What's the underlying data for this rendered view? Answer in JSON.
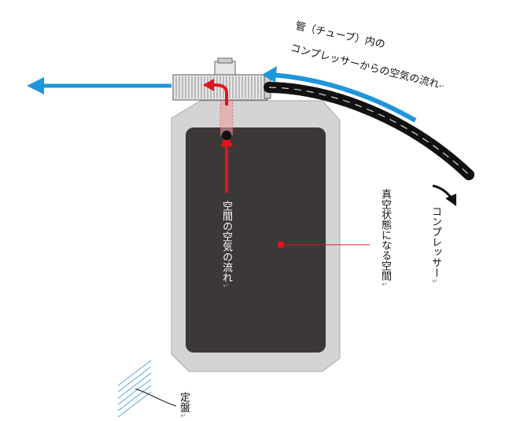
{
  "labels": {
    "tube_flow_line1": "管（チューブ）内の",
    "tube_flow_line2": "コンプレッサーからの空気の流れ",
    "compressor": "コンプレッサー",
    "vacuum_space": "真空状態になる空間",
    "space_air_flow": "空間の空気の流れ",
    "platen": "定盤",
    "return_mark": "↵"
  },
  "colors": {
    "flow_arrow_blue": "#1e96dc",
    "space_flow_red": "#e0141e",
    "bag_outer": "#d4d4d4",
    "bag_inner": "#3d3838",
    "hose": "#111111"
  }
}
